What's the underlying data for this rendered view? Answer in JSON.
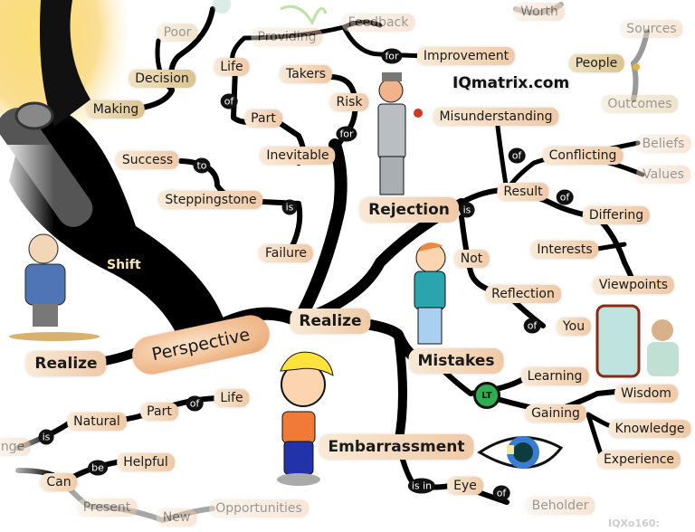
{
  "brand": {
    "site": "IQmatrix.com",
    "watermark": "IQXo160:"
  },
  "colors": {
    "branch": "#000000",
    "node_light": "#f9ead6",
    "node_dark": "#efc9a6",
    "center_node": "#e9a26b",
    "lt_badge": "#2fae4e",
    "light_glow": "#f7c84a"
  },
  "center": {
    "label": "Perspective"
  },
  "shift_label": "Shift",
  "nodes": {
    "poor": "Poor",
    "decision": "Decision",
    "making": "Making",
    "providing": "Providing",
    "feedback": "Feedback",
    "improvement": "Improvement",
    "life_top": "Life",
    "part_top": "Part",
    "takers": "Takers",
    "risk": "Risk",
    "inevitable": "Inevitable",
    "success": "Success",
    "steppingstone": "Steppingstone",
    "failure": "Failure",
    "realize_main": "Realize",
    "realize_left": "Realize",
    "rejection": "Rejection",
    "misunderstanding": "Misunderstanding",
    "result": "Result",
    "conflicting": "Conflicting",
    "beliefs": "Beliefs",
    "values": "Values",
    "differing": "Differing",
    "interests": "Interests",
    "viewpoints": "Viewpoints",
    "not": "Not",
    "reflection": "Reflection",
    "you": "You",
    "worth": "Worth",
    "sources": "Sources",
    "people": "People",
    "outcomes": "Outcomes",
    "mistakes": "Mistakes",
    "learning": "Learning",
    "gaining": "Gaining",
    "wisdom": "Wisdom",
    "knowledge": "Knowledge",
    "experience": "Experience",
    "embarrassment": "Embarrassment",
    "eye": "Eye",
    "beholder": "Beholder",
    "change": "nge",
    "natural": "Natural",
    "part_bottom": "Part",
    "life_bottom": "Life",
    "can": "Can",
    "helpful": "Helpful",
    "present": "Present",
    "new": "New",
    "opportunities": "Opportunities"
  },
  "connectors": {
    "for_feedback": "for",
    "of_life": "of",
    "for_risk": "for",
    "to_success": "to",
    "is_failure": "is",
    "is_rejection": "is",
    "of_conflicting": "of",
    "of_differing": "of",
    "of_you": "of",
    "lt": "LT",
    "is_in": "is in",
    "of_beholder": "of",
    "is_natural": "is",
    "of_part": "of",
    "be": "be"
  }
}
